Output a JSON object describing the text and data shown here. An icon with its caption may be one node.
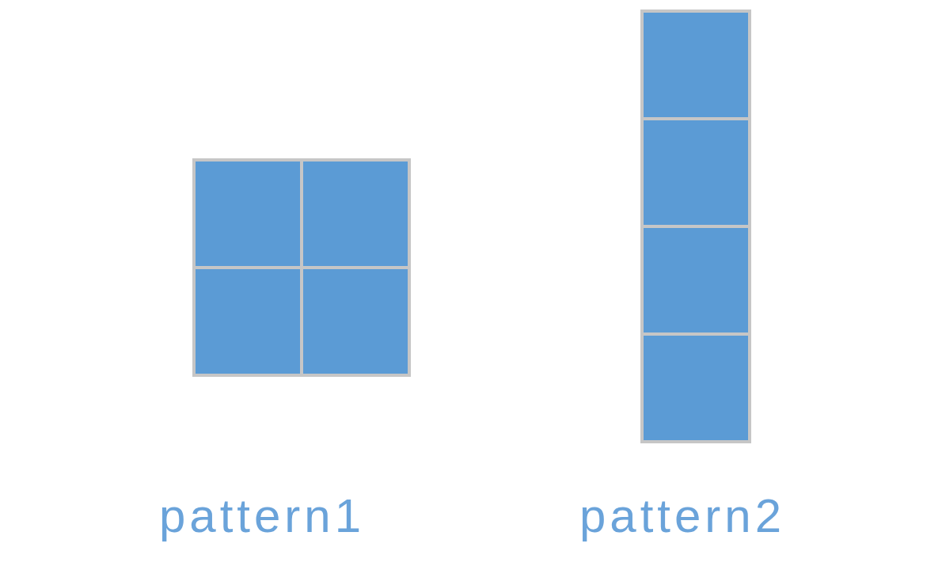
{
  "diagram": {
    "nodes": [
      {
        "text": [
          "pattern1"
        ]
      },
      {
        "text": [],
        "shape": "box",
        "in": 0
      },
      {
        "text": [],
        "shape": "box",
        "in": 0
      },
      {
        "text": [],
        "shape": "box",
        "in": 0
      },
      {
        "text": [],
        "shape": "box",
        "in": 0
      },
      {
        "text": [
          "pattern2"
        ]
      },
      {
        "text": [],
        "shape": "box",
        "in": 5
      },
      {
        "text": [],
        "shape": "box",
        "in": 5
      },
      {
        "text": [],
        "shape": "box",
        "in": 5
      },
      {
        "text": [],
        "shape": "box",
        "in": 5
      }
    ]
  }
}
